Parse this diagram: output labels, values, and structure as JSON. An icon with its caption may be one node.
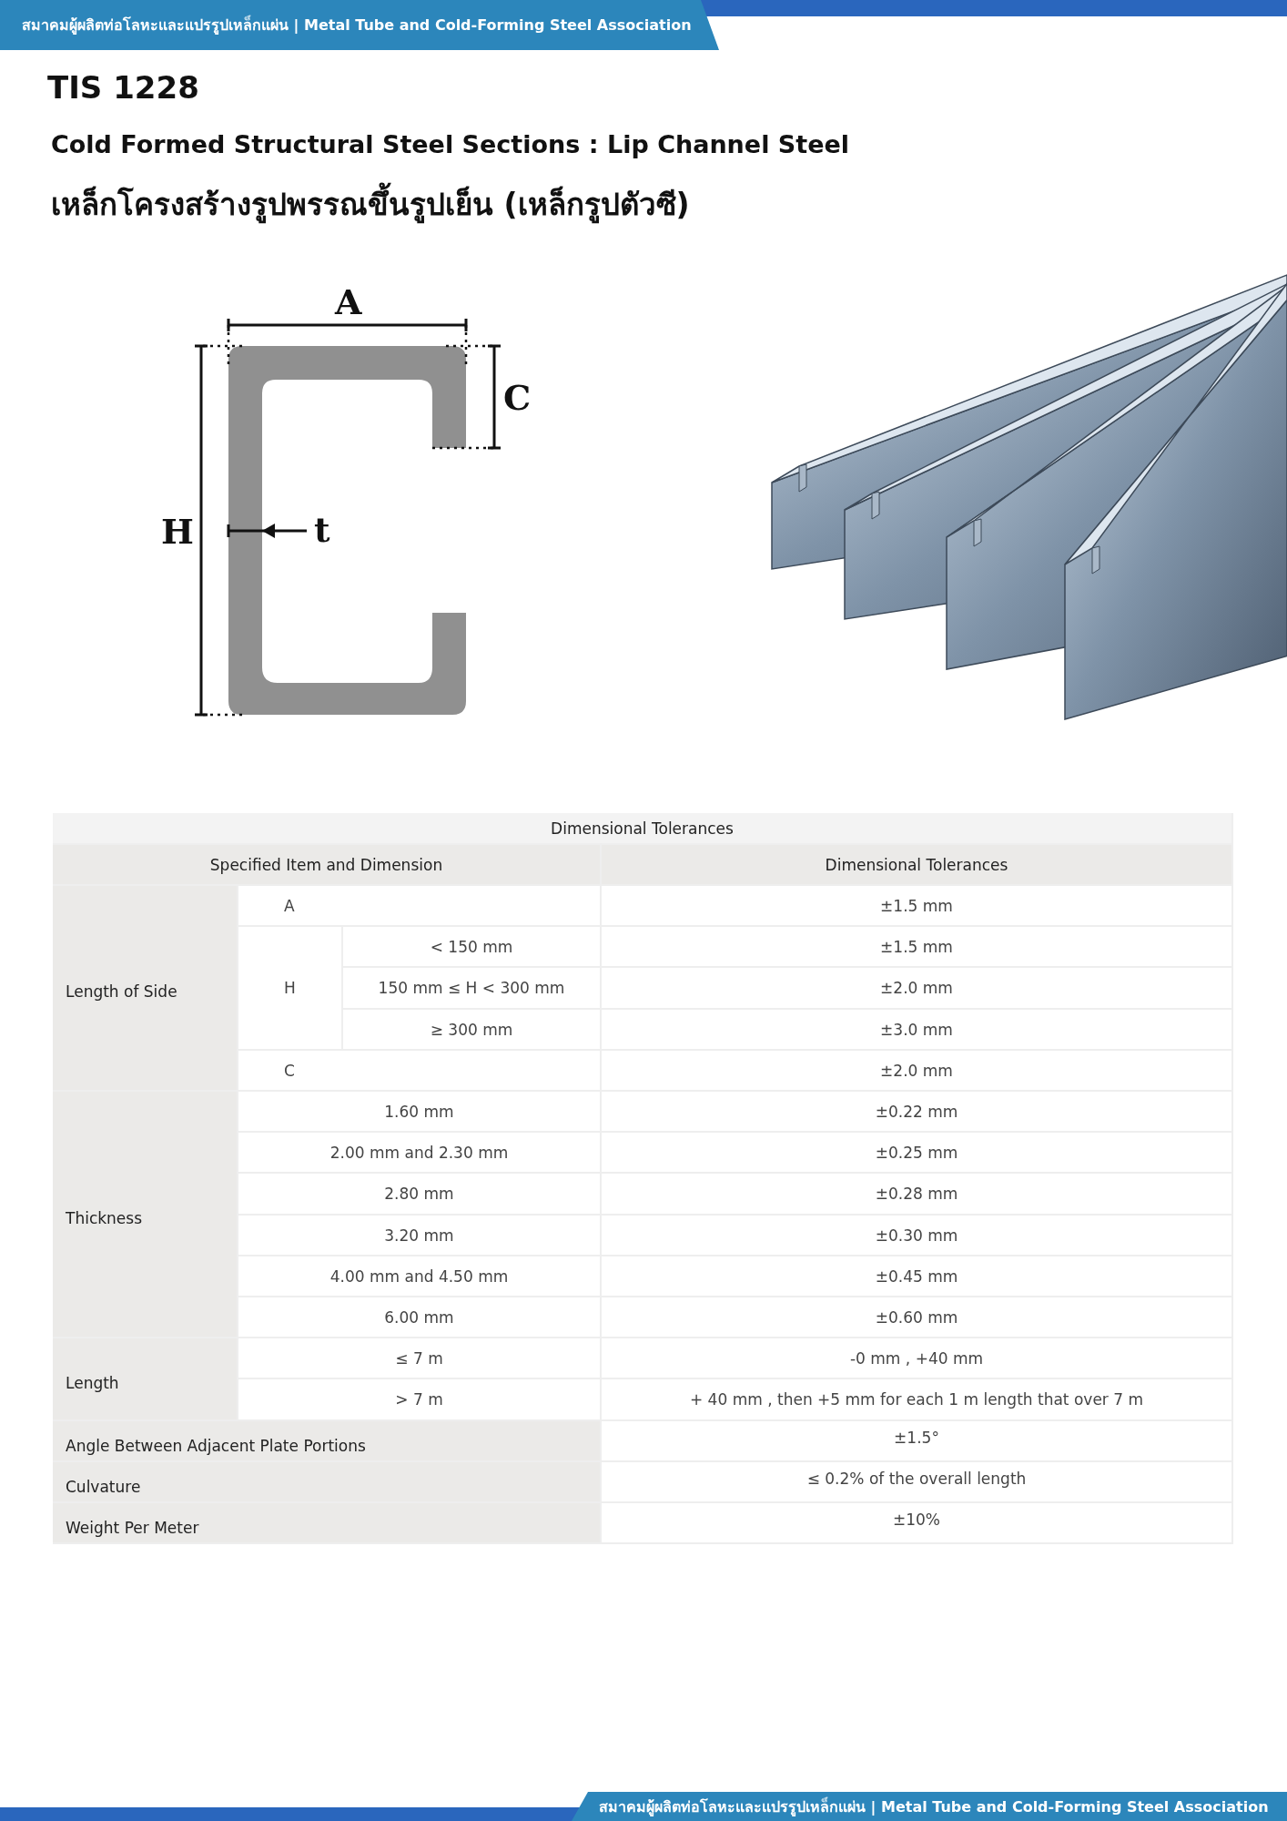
{
  "diagram": {
    "title": "TIS 1228",
    "nodes": [
      {
        "text": [
          "สมาคมผู้ผลิตท่อโลหะและแปรรูปเหล็กแผ่น | Metal Tube and Cold-Forming Steel Association"
        ]
      },
      {
        "text": [
          "สมาคมผู้ผลิตท่อโลหะและแปรรูปเหล็กแผ่น | Metal Tube and Cold-Forming Steel Association"
        ]
      }
    ],
    "edges": [],
    "labels": [
      "Cold Formed Structural Steel Sections : Lip Channel Steel",
      "เหล็กโครงสร้างรูปพรรณขึ้นรูปเย็น (เหล็กรูปตัวซี)",
      "A",
      "C",
      "H",
      "t",
      "Dimensional Tolerances",
      "Specified Item and Dimension",
      "Dimensional Tolerances",
      "Length of Side",
      "A",
      "±1.5 mm",
      "H",
      "< 150 mm",
      "±1.5 mm",
      "150 mm ≤ H < 300 mm",
      "±2.0 mm",
      "≥ 300 mm",
      "±3.0 mm",
      "C",
      "±2.0 mm",
      "Thickness",
      "1.60 mm",
      "±0.22 mm",
      "2.00 mm and 2.30 mm",
      "±0.25 mm",
      "2.80 mm",
      "±0.28 mm",
      "3.20 mm",
      "±0.30 mm",
      "4.00 mm and 4.50 mm",
      "±0.45 mm",
      "6.00 mm",
      "±0.60 mm",
      "Length",
      "≤ 7 m",
      "-0 mm , +40 mm",
      "> 7 m",
      "+ 40 mm , then +5 mm for each 1 m length that over 7 m",
      "Angle Between Adjacent Plate Portions",
      "±1.5°",
      "Culvature",
      "≤ 0.2% of the overall length",
      "Weight Per Meter",
      "±10%"
    ]
  }
}
